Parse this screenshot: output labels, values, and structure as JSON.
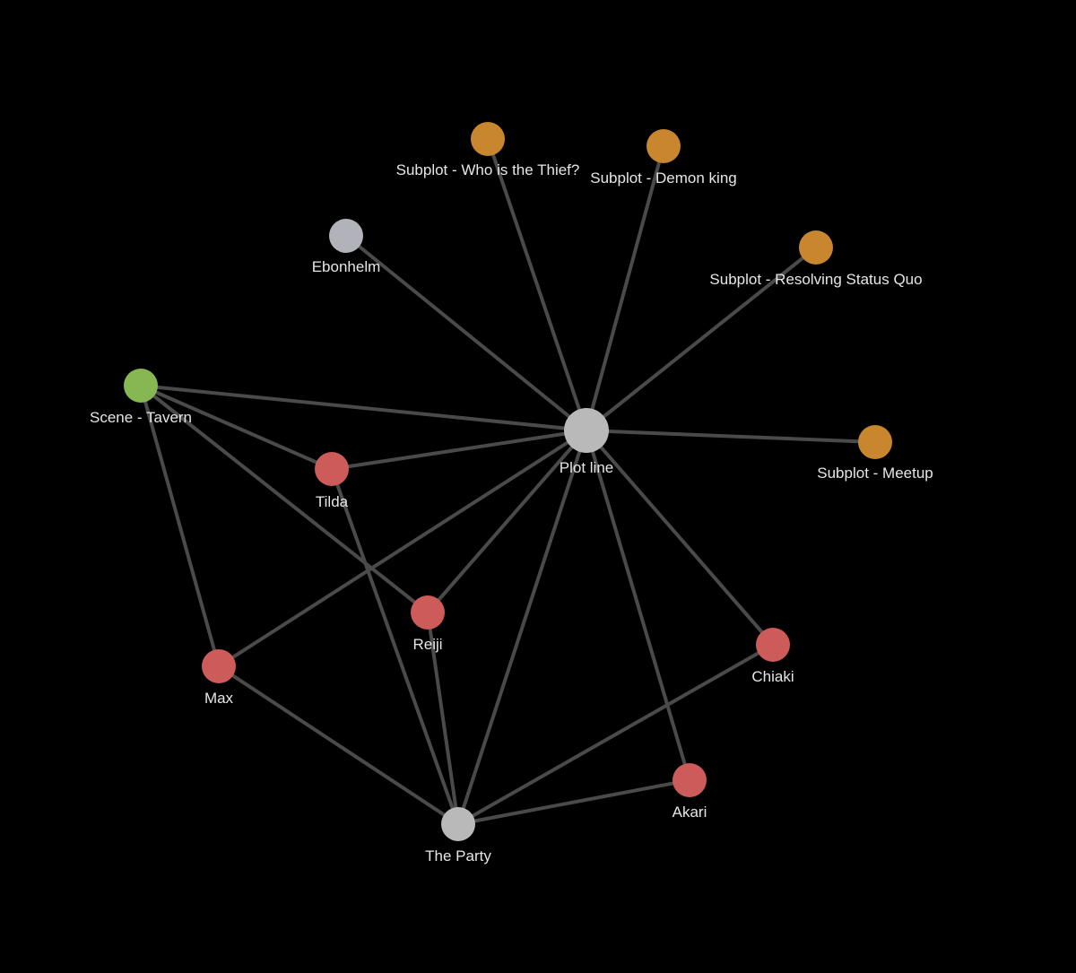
{
  "colors": {
    "background": "#000000",
    "edge": "#4a4a4a",
    "label": "#e6e6e6",
    "hub": "#b9b9b9",
    "location": "#b2b2ba",
    "subplot": "#c8862f",
    "scene": "#86b752",
    "character": "#cc5b5a"
  },
  "nodes": [
    {
      "id": "plot-line",
      "label": "Plot line",
      "category": "hub"
    },
    {
      "id": "the-party",
      "label": "The Party",
      "category": "hub"
    },
    {
      "id": "ebonhelm",
      "label": "Ebonhelm",
      "category": "location"
    },
    {
      "id": "subplot-thief",
      "label": "Subplot - Who is the Thief?",
      "category": "subplot"
    },
    {
      "id": "subplot-demon",
      "label": "Subplot - Demon king",
      "category": "subplot"
    },
    {
      "id": "subplot-status",
      "label": "Subplot - Resolving Status Quo",
      "category": "subplot"
    },
    {
      "id": "subplot-meetup",
      "label": "Subplot - Meetup",
      "category": "subplot"
    },
    {
      "id": "scene-tavern",
      "label": "Scene - Tavern",
      "category": "scene"
    },
    {
      "id": "tilda",
      "label": "Tilda",
      "category": "character"
    },
    {
      "id": "reiji",
      "label": "Reiji",
      "category": "character"
    },
    {
      "id": "max",
      "label": "Max",
      "category": "character"
    },
    {
      "id": "chiaki",
      "label": "Chiaki",
      "category": "character"
    },
    {
      "id": "akari",
      "label": "Akari",
      "category": "character"
    }
  ],
  "edges": [
    [
      "plot-line",
      "subplot-thief"
    ],
    [
      "plot-line",
      "subplot-demon"
    ],
    [
      "plot-line",
      "ebonhelm"
    ],
    [
      "plot-line",
      "subplot-status"
    ],
    [
      "plot-line",
      "subplot-meetup"
    ],
    [
      "plot-line",
      "scene-tavern"
    ],
    [
      "plot-line",
      "tilda"
    ],
    [
      "plot-line",
      "reiji"
    ],
    [
      "plot-line",
      "max"
    ],
    [
      "plot-line",
      "the-party"
    ],
    [
      "plot-line",
      "chiaki"
    ],
    [
      "plot-line",
      "akari"
    ],
    [
      "scene-tavern",
      "tilda"
    ],
    [
      "scene-tavern",
      "reiji"
    ],
    [
      "scene-tavern",
      "max"
    ],
    [
      "tilda",
      "the-party"
    ],
    [
      "reiji",
      "the-party"
    ],
    [
      "max",
      "the-party"
    ],
    [
      "chiaki",
      "the-party"
    ],
    [
      "akari",
      "the-party"
    ]
  ]
}
